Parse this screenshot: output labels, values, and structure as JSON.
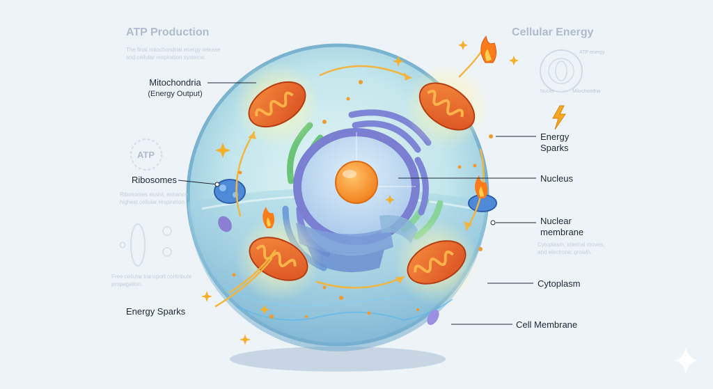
{
  "background": {
    "left_title": "ATP Production",
    "left_text": "The final mitochondrial energy release and cellular respiration systems.",
    "atp_badge": "ATP",
    "ribosome_text": "Ribosomes assist, enhance highest cellular respiration.",
    "lower_left_text": "Free cellular transport contribute propagation.",
    "right_title": "Cellular Energy",
    "right_small_labels": [
      "ATP energy",
      "Nuclei",
      "Mitochondria"
    ],
    "right_lower_text": "Cytoplasm, internal moves, and electronic growth."
  },
  "labels": {
    "mitochondria": "Mitochondria",
    "mitochondria_sub": "(Energy Output)",
    "ribosomes": "Ribosomes",
    "energy_sparks_left": "Energy Sparks",
    "energy_sparks_right_1": "Energy",
    "energy_sparks_right_2": "Sparks",
    "nucleus": "Nucleus",
    "nuclear_membrane_1": "Nuclear",
    "nuclear_membrane_2": "membrane",
    "cytoplasm": "Cytoplasm",
    "cell_membrane": "Cell Membrane"
  },
  "colors": {
    "cell_fill": "#bfe3ec",
    "cell_edge": "#6aa8c8",
    "nucleus_ring": "#7f7fd6",
    "nucleolus": "#ff9a30",
    "mitochondria": "#e8642a",
    "er_green": "#7fcf8a",
    "spark": "#f5a623"
  }
}
